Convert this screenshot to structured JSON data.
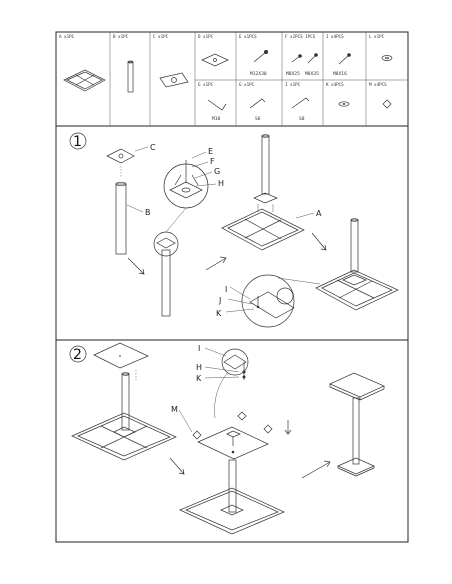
{
  "parts_table": {
    "cells": [
      {
        "id": "A",
        "label": "A x1PC"
      },
      {
        "id": "B",
        "label": "B x1PC"
      },
      {
        "id": "C",
        "label": "C x1PC"
      },
      {
        "id": "D",
        "label": "D x1PC"
      },
      {
        "id": "E",
        "label": "E x1PCS",
        "code": "M12X30"
      },
      {
        "id": "F",
        "label": "F x2PCS  1PCS",
        "code1": "M8X25",
        "code2": "M8X35"
      },
      {
        "id": "J",
        "label": "J x4PCS",
        "code": "M8X16"
      },
      {
        "id": "L",
        "label": "L x1PC"
      },
      {
        "id": "G",
        "label": "G x1PC",
        "code": "M10"
      },
      {
        "id": "H",
        "label": "G x1PC",
        "code": "S6"
      },
      {
        "id": "I",
        "label": "I x1PC",
        "code": "S8"
      },
      {
        "id": "K",
        "label": "K x4PCS"
      },
      {
        "id": "M",
        "label": "M x4PCS"
      }
    ]
  },
  "step1": {
    "number": "1",
    "callouts": {
      "A": "A",
      "B": "B",
      "C": "C",
      "E": "E",
      "F": "F",
      "G": "G",
      "H": "H",
      "I": "I",
      "J": "J",
      "K": "K"
    }
  },
  "step2": {
    "number": "2",
    "callouts": {
      "I": "I",
      "H": "H",
      "K": "K",
      "M": "M"
    }
  }
}
